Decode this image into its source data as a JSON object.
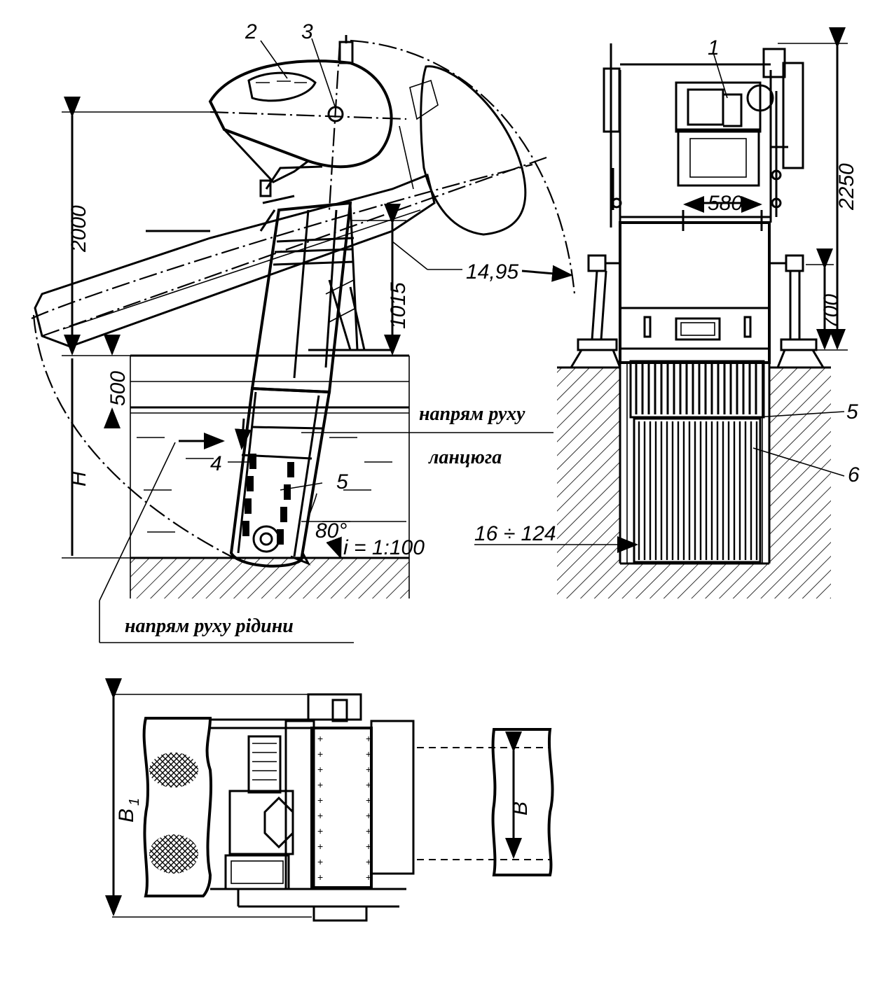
{
  "parts": {
    "p1": "1",
    "p2": "2",
    "p3": "3",
    "p4": "4",
    "p5_side": "5",
    "p5_front": "5",
    "p6": "6"
  },
  "dimensions": {
    "h2000": "2000",
    "h500": "500",
    "hH": "H",
    "h1015": "1015",
    "r1495": "14,95",
    "h2250": "2250",
    "w580": "580",
    "h700": "700",
    "gap": "16 ÷ 124",
    "angle": "80°",
    "slope": "i = 1:100",
    "b1": "B",
    "b1_sub": "1",
    "b": "B"
  },
  "annotations": {
    "chain_line1": "напрям руху",
    "chain_line2": "ланцюга",
    "liquid_dir": "напрям руху рідини"
  }
}
